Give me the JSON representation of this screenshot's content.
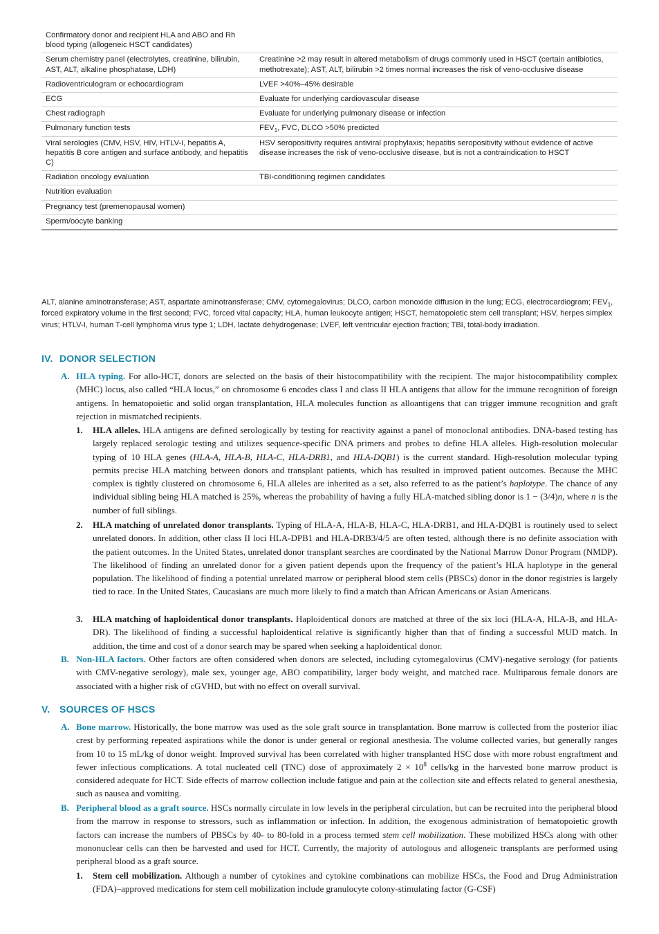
{
  "table": {
    "rows": [
      {
        "test": "Confirmatory donor and recipient HLA and ABO and Rh blood typing (allogeneic HSCT candidates)",
        "comment": ""
      },
      {
        "test": "Serum chemistry panel (electrolytes, creatinine, bilirubin, AST, ALT, alkaline phosphatase, LDH)",
        "comment": "Creatinine >2 may result in altered metabolism of drugs commonly used in HSCT (certain antibiotics, methotrexate); AST, ALT, bilirubin >2 times normal increases the risk of veno-occlusive disease"
      },
      {
        "test": "Radioventriculogram or echocardiogram",
        "comment": "LVEF >40%–45% desirable"
      },
      {
        "test": "ECG",
        "comment": "Evaluate for underlying cardiovascular disease"
      },
      {
        "test": "Chest radiograph",
        "comment": "Evaluate for underlying pulmonary disease or infection"
      },
      {
        "test": "Pulmonary function tests",
        "comment": "FEV1, FVC, DLCO >50% predicted"
      },
      {
        "test": "Viral serologies (CMV, HSV, HIV, HTLV-I, hepatitis A, hepatitis B core antigen and surface antibody, and hepatitis C)",
        "comment": "HSV seropositivity requires antiviral prophylaxis; hepatitis seropositivity without evidence of active disease increases the risk of veno-occlusive disease, but is not a contraindication to HSCT"
      },
      {
        "test": "Radiation oncology evaluation",
        "comment": "TBI-conditioning regimen candidates"
      },
      {
        "test": "Nutrition evaluation",
        "comment": ""
      },
      {
        "test": "Pregnancy test (premenopausal women)",
        "comment": ""
      },
      {
        "test": "Sperm/oocyte banking",
        "comment": ""
      }
    ],
    "note_a": "ALT, alanine aminotransferase; AST, aspartate aminotransferase; CMV, cytomegalovirus; DLCO, carbon monoxide diffusion in the lung; ECG, electrocardiogram; FEV",
    "note_sub": "1",
    "note_b": ", forced expiratory volume in the first second; FVC, forced vital capacity; HLA, human leukocyte antigen; HSCT, hematopoietic stem cell transplant; HSV, herpes simplex virus; HTLV-I, human T-cell lymphoma virus type 1; LDH, lactate dehydrogenase; LVEF, left ventricular ejection fraction; TBI, total-body irradiation."
  },
  "section4": {
    "num": "IV.",
    "title": "DONOR SELECTION",
    "A": {
      "label": "A.",
      "heading": "HLA typing.",
      "text": "For allo-HCT, donors are selected on the basis of their histocompatibility with the recipient. The major histocompatibility complex (MHC) locus, also called “HLA locus,” on chromosome 6 encodes class I and class II HLA antigens that allow for the immune recognition of foreign antigens. In hematopoietic and solid organ transplantation, HLA molecules function as alloantigens that can trigger immune recognition and graft rejection in mismatched recipients.",
      "items": [
        {
          "label": "1.",
          "heading": "HLA alleles.",
          "t1": "HLA antigens are defined serologically by testing for reactivity against a panel of monoclonal antibodies. DNA-based testing has largely replaced serologic testing and utilizes sequence-specific DNA primers and probes to define HLA alleles. High-resolution molecular typing of 10 HLA genes (",
          "genes": "HLA-A, HLA-B, HLA-C, HLA-DRB1",
          "and_word": ", and ",
          "gene_last": "HLA-DQB1",
          "t2": ") is the current standard. High-resolution molecular typing permits precise HLA matching between donors and transplant patients, which has resulted in improved patient outcomes. Because the MHC complex is tightly clustered on chromosome 6, HLA alleles are inherited as a set, also referred to as the patient’s ",
          "haplotype": "haplotype",
          "t3": ". The chance of any individual sibling being HLA matched is 25%, whereas the probability of having a fully HLA-matched sibling donor is 1 − (3/4)",
          "n1": "n",
          "t4": ", where ",
          "n2": "n",
          "t5": " is the number of full siblings."
        },
        {
          "label": "2.",
          "heading": "HLA matching of unrelated donor transplants.",
          "text": "Typing of HLA-A, HLA-B, HLA-C, HLA-DRB1, and HLA-DQB1 is routinely used to select unrelated donors. In addition, other class II loci HLA-DPB1 and HLA-DRB3/4/5 are often tested, although there is no definite association with the patient outcomes. In the United States, unrelated donor transplant searches are coordinated by the National Marrow Donor Program (NMDP). The likelihood of finding an unrelated donor for a given patient depends upon the frequency of the patient’s HLA haplotype in the general population. The likelihood of finding a potential unrelated marrow or peripheral blood stem cells (PBSCs) donor in the donor registries is largely tied to race. In the United States, Caucasians are much more likely to find a match than African Americans or Asian Americans."
        },
        {
          "label": "3.",
          "heading": "HLA matching of haploidentical donor transplants.",
          "text": "Haploidentical donors are matched at three of the six loci (HLA-A, HLA-B, and HLA-DR). The likelihood of finding a successful haploidentical relative is significantly higher than that of finding a successful MUD match. In addition, the time and cost of a donor search may be spared when seeking a haploidentical donor."
        }
      ]
    },
    "B": {
      "label": "B.",
      "heading": "Non-HLA factors.",
      "text": "Other factors are often considered when donors are selected, including cytomegalovirus (CMV)-negative serology (for patients with CMV-negative serology), male sex, younger age, ABO compatibility, larger body weight, and matched race. Multiparous female donors are associated with a higher risk of cGVHD, but with no effect on overall survival."
    }
  },
  "section5": {
    "num": "V.",
    "title": "SOURCES OF HSCS",
    "A": {
      "label": "A.",
      "heading": "Bone marrow.",
      "t1": "Historically, the bone marrow was used as the sole graft source in transplantation. Bone marrow is collected from the posterior iliac crest by performing repeated aspirations while the donor is under general or regional anesthesia. The volume collected varies, but generally ranges from 10 to 15 mL/kg of donor weight. Improved survival has been correlated with higher transplanted HSC dose with more robust engraftment and fewer infectious complications. A total nucleated cell (TNC) dose of approximately 2 × 10",
      "sup": "8",
      "t2": " cells/kg in the harvested bone marrow product is considered adequate for HCT. Side effects of marrow collection include fatigue and pain at the collection site and effects related to general anesthesia, such as nausea and vomiting."
    },
    "B": {
      "label": "B.",
      "heading": "Peripheral blood as a graft source.",
      "t1": "HSCs normally circulate in low levels in the peripheral circulation, but can be recruited into the peripheral blood from the marrow in response to stressors, such as inflammation or infection. In addition, the exogenous administration of hematopoietic growth factors can increase the numbers of PBSCs by 40- to 80-fold in a process termed ",
      "term": "stem cell mobilization",
      "t2": ". These mobilized HSCs along with other mononuclear cells can then be harvested and used for HCT. Currently, the majority of autologous and allogeneic transplants are performed using peripheral blood as a graft source.",
      "items": [
        {
          "label": "1.",
          "heading": "Stem cell mobilization.",
          "text": "Although a number of cytokines and cytokine combinations can mobilize HSCs, the Food and Drug Administration (FDA)–approved medications for stem cell mobilization include granulocyte colony-stimulating factor (G-CSF)"
        }
      ]
    }
  }
}
